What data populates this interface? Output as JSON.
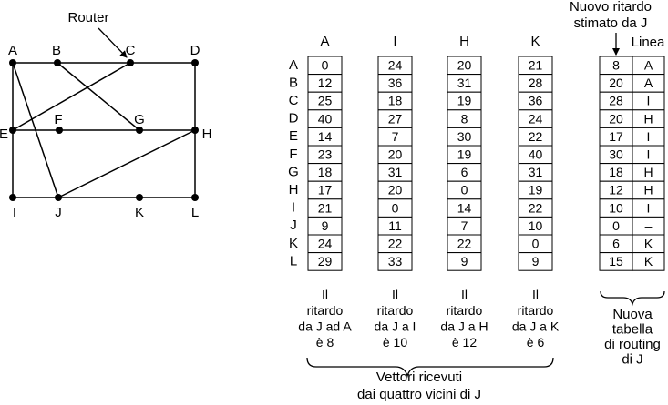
{
  "graph": {
    "router_label": "Router",
    "nodes": [
      {
        "id": "A",
        "label": "A"
      },
      {
        "id": "B",
        "label": "B"
      },
      {
        "id": "C",
        "label": "C"
      },
      {
        "id": "D",
        "label": "D"
      },
      {
        "id": "E",
        "label": "E"
      },
      {
        "id": "F",
        "label": "F"
      },
      {
        "id": "G",
        "label": "G"
      },
      {
        "id": "H",
        "label": "H"
      },
      {
        "id": "I",
        "label": "I"
      },
      {
        "id": "J",
        "label": "J"
      },
      {
        "id": "K",
        "label": "K"
      },
      {
        "id": "L",
        "label": "L"
      }
    ],
    "edges": [
      [
        "A",
        "B"
      ],
      [
        "B",
        "C"
      ],
      [
        "C",
        "D"
      ],
      [
        "E",
        "F"
      ],
      [
        "F",
        "G"
      ],
      [
        "G",
        "H"
      ],
      [
        "I",
        "J"
      ],
      [
        "J",
        "K"
      ],
      [
        "K",
        "L"
      ],
      [
        "A",
        "E"
      ],
      [
        "E",
        "I"
      ],
      [
        "D",
        "H"
      ],
      [
        "H",
        "L"
      ],
      [
        "A",
        "J"
      ],
      [
        "B",
        "G"
      ],
      [
        "C",
        "E"
      ],
      [
        "J",
        "H"
      ]
    ]
  },
  "row_labels": [
    "A",
    "B",
    "C",
    "D",
    "E",
    "F",
    "G",
    "H",
    "I",
    "J",
    "K",
    "L"
  ],
  "vectors": [
    {
      "header": "A",
      "values": [
        "0",
        "12",
        "25",
        "40",
        "14",
        "23",
        "18",
        "17",
        "21",
        "9",
        "24",
        "29"
      ],
      "caption": [
        "Il",
        "ritardo",
        "da J ad A",
        "è 8"
      ]
    },
    {
      "header": "I",
      "values": [
        "24",
        "36",
        "18",
        "27",
        "7",
        "20",
        "31",
        "20",
        "0",
        "11",
        "22",
        "33"
      ],
      "caption": [
        "Il",
        "ritardo",
        "da J a I",
        "è 10"
      ]
    },
    {
      "header": "H",
      "values": [
        "20",
        "31",
        "19",
        "8",
        "30",
        "19",
        "6",
        "0",
        "14",
        "7",
        "22",
        "9"
      ],
      "caption": [
        "Il",
        "ritardo",
        "da J a H",
        "è 12"
      ]
    },
    {
      "header": "K",
      "values": [
        "21",
        "28",
        "36",
        "24",
        "22",
        "40",
        "31",
        "19",
        "22",
        "10",
        "0",
        "9"
      ],
      "caption": [
        "Il",
        "ritardo",
        "da J a K",
        "è 6"
      ]
    }
  ],
  "received_caption": [
    "Vettori ricevuti",
    "dai quattro vicini di J"
  ],
  "new_table": {
    "header_delay": [
      "Nuovo ritardo",
      "stimato da J"
    ],
    "header_line": "Linea",
    "delays": [
      "8",
      "20",
      "28",
      "20",
      "17",
      "30",
      "18",
      "12",
      "10",
      "0",
      "6",
      "15"
    ],
    "lines": [
      "A",
      "A",
      "I",
      "H",
      "I",
      "I",
      "H",
      "H",
      "I",
      "–",
      "K",
      "K"
    ],
    "caption": [
      "Nuova",
      "tabella",
      "di routing",
      "di J"
    ]
  }
}
